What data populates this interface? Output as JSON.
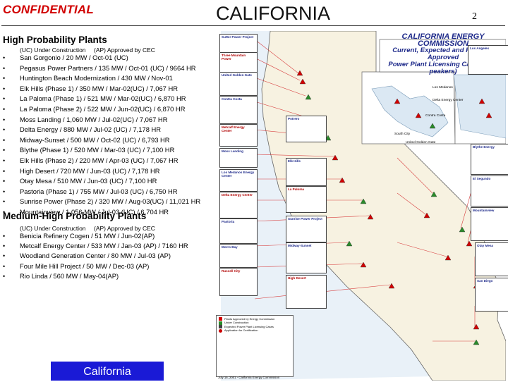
{
  "header": {
    "confidential": "CONFIDENTIAL",
    "title": "CALIFORNIA",
    "page_number": "2"
  },
  "high": {
    "heading": "High Probability Plants",
    "col_uc": "(UC) Under Construction",
    "col_ap": "(AP) Approved by CEC",
    "items": [
      "San Gorgonio / 20 MW / Oct-01 (UC)",
      "Pegasus Power Partners / 135 MW / Oct-01 (UC) / 9664 HR",
      "Huntington Beach Modernization / 430 MW / Nov-01",
      "Elk Hills (Phase 1) / 350 MW / Mar-02(UC) / 7,067 HR",
      "La Paloma (Phase 1) / 521 MW / Mar-02(UC) / 6,870 HR",
      "La Paloma (Phase 2) / 522 MW / Jun-02(UC) / 6,870 HR",
      "Moss Landing / 1,060 MW / Jul-02(UC) / 7,067 HR",
      "Delta Energy / 880 MW / Jul-02 (UC) / 7,178 HR",
      "Midway-Sunset / 500 MW / Oct-02 (UC) / 6,793 HR",
      "Blythe (Phase 1) / 520 MW / Mar-03 (UC) / 7,100 HR",
      "Elk Hills (Phase 2) / 220 MW / Apr-03 (UC) / 7,067 HR",
      "High Desert / 720 MW / Jun-03 (UC) / 7,178 HR",
      "Otay Mesa / 510 MW / Jun-03 (UC) / 7,100 HR",
      "Pastoria (Phase 1) / 755 MW / Jul-03 (UC) / 6,750 HR",
      "Sunrise Power (Phase 2) / 320 MW / Aug-03(UC) / 11,021 HR",
      "Mountainview / 1,056 MW / Jul-03 (UC) / 6,704 HR"
    ]
  },
  "medium": {
    "heading": "Medium-High Probability Plants",
    "col_uc": "(UC) Under Construction",
    "col_ap": "(AP) Approved by CEC",
    "items": [
      "Benicia Refinery Cogen / 51 MW / Jun-02(AP)",
      "Metcalf Energy Center / 533 MW / Jan-03 (AP) / 7160 HR",
      "Woodland Generation Center / 80 MW / Jul-03 (AP)",
      "Four Mile Hill Project / 50 MW / Dec-03 (AP)",
      "Rio Linda / 560 MW / May-04(AP)"
    ]
  },
  "footer": {
    "label": "California"
  },
  "map": {
    "title_line1": "CALIFORNIA ENERGY COMMISSION",
    "title_line2": "Current, Expected and Recently Approved",
    "title_line3": "Power Plant Licensing Cases (non peakers)",
    "boxes_left": [
      "Sutter Power Project",
      "Three Mountain Power",
      "United Golden Gate",
      "Contra Costa",
      "Metcalf Energy Center",
      "Moss Landing",
      "Los Medanos Energy Center",
      "Delta Energy Center",
      "Pastoria",
      "Morro Bay",
      "Russell City",
      "Potrero",
      "Elk Hills",
      "La Paloma",
      "Sunrise Power Project",
      "Midway-Sunset",
      "High Desert"
    ],
    "boxes_right": [
      "Los Angeles",
      "Blythe Energy",
      "El Segundo",
      "Mountainview",
      "Otay Mesa",
      "San Diego"
    ],
    "cities": [
      "Los Medanos",
      "Delta Energy Center",
      "Contra Costa",
      "South City",
      "United Golden Gate"
    ],
    "legend": [
      "Plants Approved by Energy Commission",
      "Under Construction",
      "Expected Power Plant Licensing Cases",
      "Application for Certification"
    ],
    "date_note": "July 16, 2001 - California Energy Commission"
  }
}
